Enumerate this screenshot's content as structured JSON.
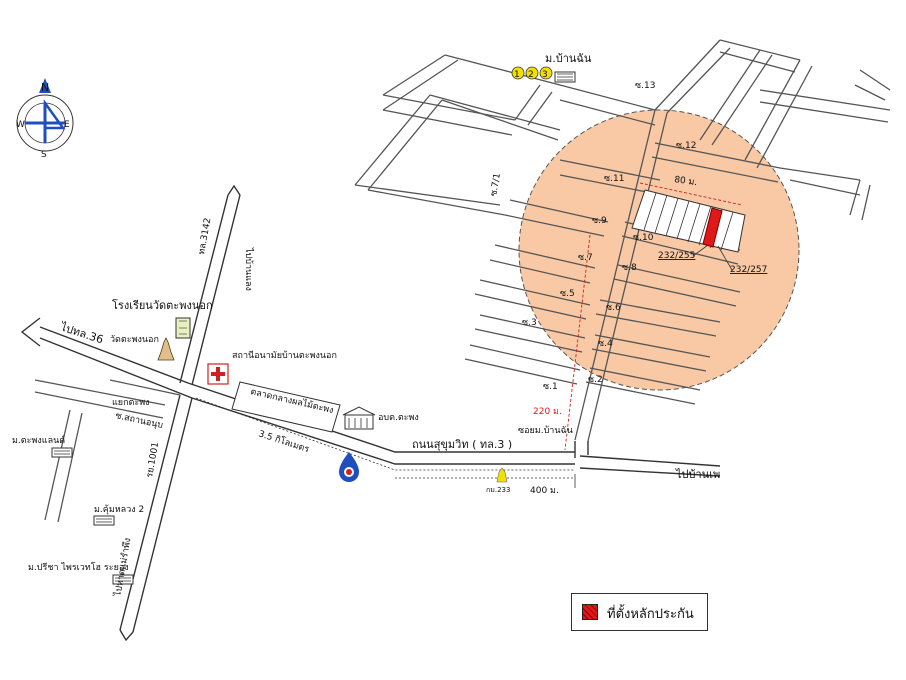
{
  "compass": {
    "n": "N",
    "s": "S",
    "e": "E",
    "w": "W"
  },
  "places": {
    "village_banchan": "ม.บ้านฉัน",
    "numbers": [
      "1",
      "2",
      "3"
    ],
    "school": "โรงเรียนวัดตะพงนอก",
    "temple": "วัดตะพงนอก",
    "health_station": "สถานีอนามัยบ้านตะพงนอก",
    "market": "ตลาดกลางผลไม้ตะพง",
    "sao": "อบต.ตะพง",
    "junction": "แยกตะพง",
    "soi_school": "ซ.สถานอนุบ",
    "village_tapong_land": "ม.ตะพงแลนด์",
    "village_kumluang": "ม.คุ้มหลวง 2",
    "village_preecha": "ม.ปรีชา ไพรเวทโฮ ระยอง",
    "soi_banchan": "ซอยม.บ้านฉัน",
    "km_post": "กม.233"
  },
  "roads": {
    "to_ban_laeng": "ไปบ้านแลง",
    "hwy_3142": "ทล.3142",
    "to_hwy36": "ไปทล.36",
    "rayong_1001": "รย.1001",
    "to_mae_ramphueng": "ไปหาดแม่รำพึง",
    "sukhumvit": "ถนนสุขุมวิท ( ทล.3 )",
    "to_ban_phe": "ไปบ้านเพ"
  },
  "sois": {
    "s13": "ซ.13",
    "s12": "ซ.12",
    "s11": "ซ.11",
    "s10": "ซ.10",
    "s9": "ซ.9",
    "s8": "ซ.8",
    "s7": "ซ.7",
    "s71": "ซ.7/1",
    "s6": "ซ.6",
    "s5": "ซ.5",
    "s4": "ซ.4",
    "s3": "ซ.3",
    "s2": "ซ.2",
    "s1": "ซ.1"
  },
  "distances": {
    "d80": "80 ม.",
    "d220": "220 ม.",
    "d35km": "3.5 กิโลเมตร",
    "d400": "400 ม."
  },
  "plots": {
    "p1": "232/255",
    "p2": "232/257"
  },
  "legend": {
    "label": "ที่ตั้งหลักประกัน"
  },
  "colors": {
    "highlight_circle": "#f8c9a4",
    "plot_red": "#e01818",
    "distance_red": "#d12020"
  }
}
